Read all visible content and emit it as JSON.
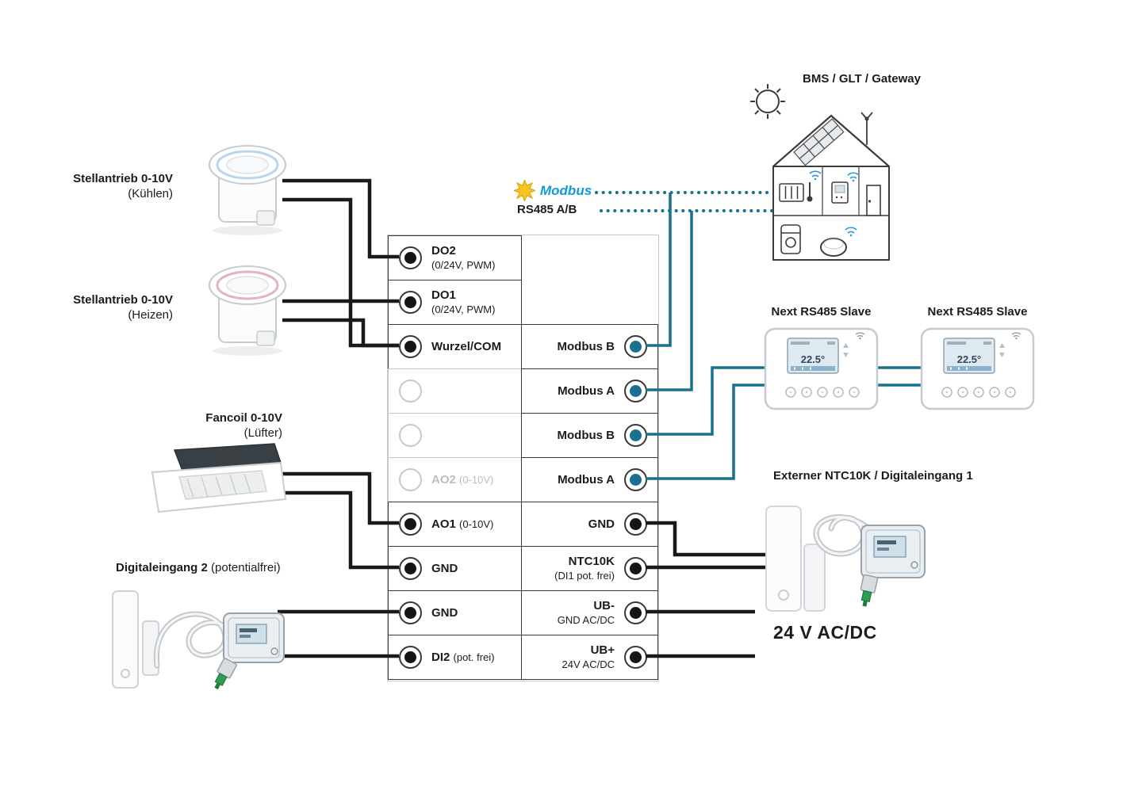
{
  "colors": {
    "wire_black": "#1a1a1a",
    "wire_teal": "#19718f",
    "modbus_blue": "#0e9bd8",
    "modbus_yellow": "#f7c51e",
    "border_dark": "#3a3a3a",
    "border_light": "#c8c8c8",
    "disabled": "#bdbdbd"
  },
  "header": {
    "bms_label": "BMS / GLT / Gateway",
    "modbus_logo": "Modbus",
    "rs485_label": "RS485 A/B"
  },
  "left_devices": {
    "actuator_cool": {
      "label": "Stellantrieb 0-10V",
      "sub": "(Kühlen)"
    },
    "actuator_heat": {
      "label": "Stellantrieb 0-10V",
      "sub": "(Heizen)"
    },
    "fancoil": {
      "label": "Fancoil 0-10V",
      "sub": "(Lüfter)"
    },
    "digital_input2": {
      "label": "Digitaleingang 2",
      "sub": "(potentialfrei)"
    }
  },
  "right_devices": {
    "slave1_label": "Next RS485 Slave",
    "slave2_label": "Next RS485 Slave",
    "ntc_label": "Externer NTC10K / Digitaleingang 1",
    "supply_label": "24 V AC/DC",
    "thermostat_display": "22.5°"
  },
  "terminal_block": {
    "rows": [
      {
        "left": {
          "label": "DO2",
          "sub": "(0/24V, PWM)"
        }
      },
      {
        "left": {
          "label": "DO1",
          "sub": "(0/24V, PWM)"
        }
      },
      {
        "left": {
          "label": "Wurzel/COM"
        },
        "right": {
          "label": "Modbus B"
        }
      },
      {
        "left": {},
        "right": {
          "label": "Modbus A"
        }
      },
      {
        "left": {},
        "right": {
          "label": "Modbus B"
        }
      },
      {
        "left": {
          "label": "AO2",
          "sub": "(0-10V)"
        },
        "right": {
          "label": "Modbus A"
        }
      },
      {
        "left": {
          "label": "AO1",
          "sub": "(0-10V)"
        },
        "right": {
          "label": "GND"
        }
      },
      {
        "left": {
          "label": "GND"
        },
        "right": {
          "label": "NTC10K",
          "sub": "(DI1 pot. frei)"
        }
      },
      {
        "left": {
          "label": "GND"
        },
        "right": {
          "label": "UB-",
          "sub": "GND AC/DC"
        }
      },
      {
        "left": {
          "label": "DI2",
          "sub": "(pot. frei)"
        },
        "right": {
          "label": "UB+",
          "sub": "24V AC/DC"
        }
      }
    ]
  }
}
